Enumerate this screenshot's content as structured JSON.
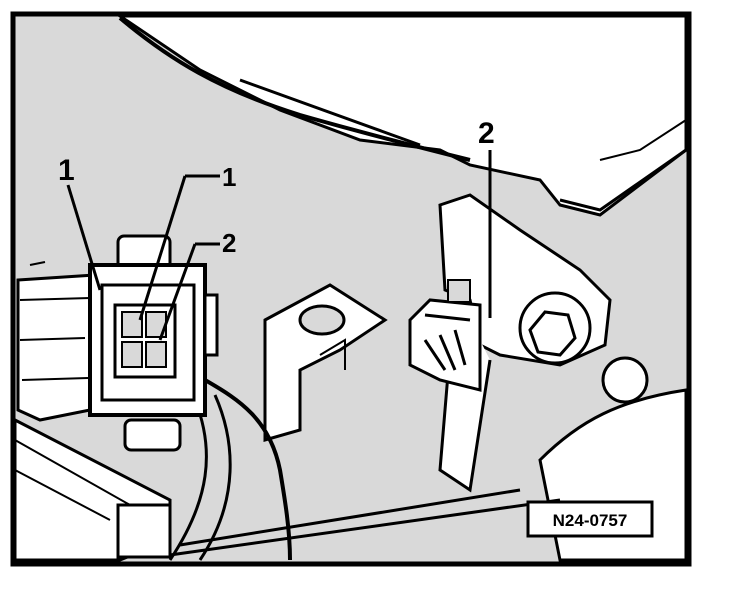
{
  "figure": {
    "reference_code": "N24-0757",
    "callouts": [
      {
        "id": "connector-left",
        "label": "1"
      },
      {
        "id": "connector-pin-1",
        "label": "1"
      },
      {
        "id": "connector-pin-2",
        "label": "2"
      },
      {
        "id": "connector-right",
        "label": "2"
      }
    ]
  },
  "colors": {
    "ink": "#000000",
    "paper": "#ffffff",
    "shade": "#d9d9d9"
  }
}
